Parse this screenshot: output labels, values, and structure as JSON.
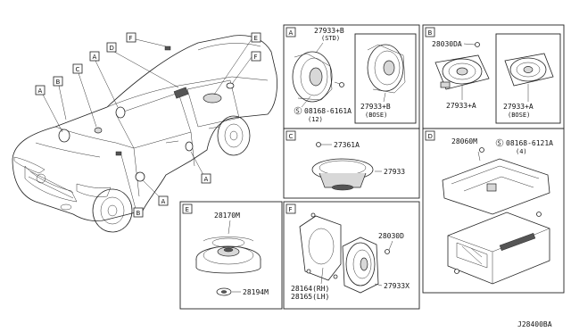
{
  "diagram_id": "J28400BA",
  "vehicle_callouts": [
    "A",
    "B",
    "C",
    "D",
    "E",
    "F"
  ],
  "panels": {
    "A": {
      "tag": "A",
      "part1": "27933+B",
      "part1_note": "(STD)",
      "part2": "27933+B",
      "part2_note": "(BOSE)",
      "screw_part": "08168-6161A",
      "screw_qty": "(12)",
      "screw_symbol": "S"
    },
    "B": {
      "tag": "B",
      "part_screw": "28030DA",
      "part1": "27933+A",
      "part2": "27933+A",
      "part2_note": "(BOSE)"
    },
    "C": {
      "tag": "C",
      "part_screw": "27361A",
      "part1": "27933"
    },
    "D": {
      "tag": "D",
      "part1": "28060M",
      "screw_part": "08168-6121A",
      "screw_qty": "(4)",
      "screw_symbol": "S"
    },
    "E": {
      "tag": "E",
      "part1": "28170M",
      "part2": "28194M"
    },
    "F": {
      "tag": "F",
      "part_screw": "28030D",
      "bracket_rh": "28164(RH)",
      "bracket_lh": "28165(LH)",
      "part1": "27933X"
    }
  }
}
